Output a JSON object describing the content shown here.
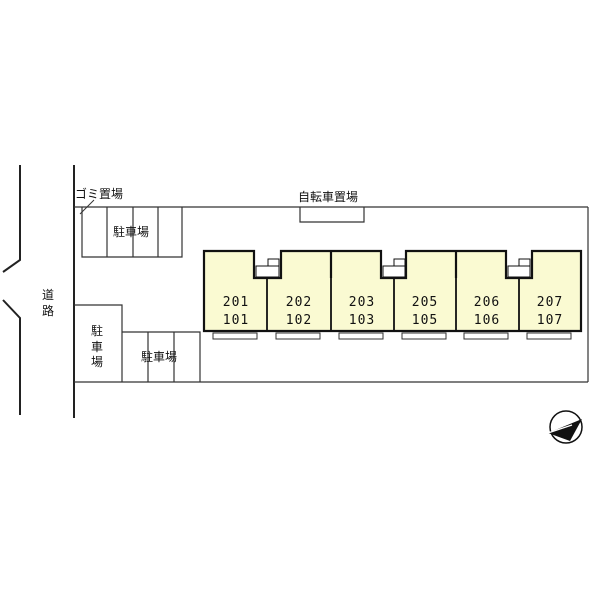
{
  "labels": {
    "garbage": "ゴミ置場",
    "parking_top": "駐車場",
    "bicycle": "自転車置場",
    "road_1": "道",
    "road_2": "路",
    "parking_side_1": "駐",
    "parking_side_2": "車",
    "parking_side_3": "場",
    "parking_bottom": "駐車場"
  },
  "units": [
    {
      "upper": "201",
      "lower": "101"
    },
    {
      "upper": "202",
      "lower": "102"
    },
    {
      "upper": "203",
      "lower": "103"
    },
    {
      "upper": "205",
      "lower": "105"
    },
    {
      "upper": "206",
      "lower": "106"
    },
    {
      "upper": "207",
      "lower": "107"
    }
  ],
  "colors": {
    "building_fill": "#fafad2",
    "line": "#222222"
  },
  "icons": {
    "compass": "north-arrow-icon"
  }
}
